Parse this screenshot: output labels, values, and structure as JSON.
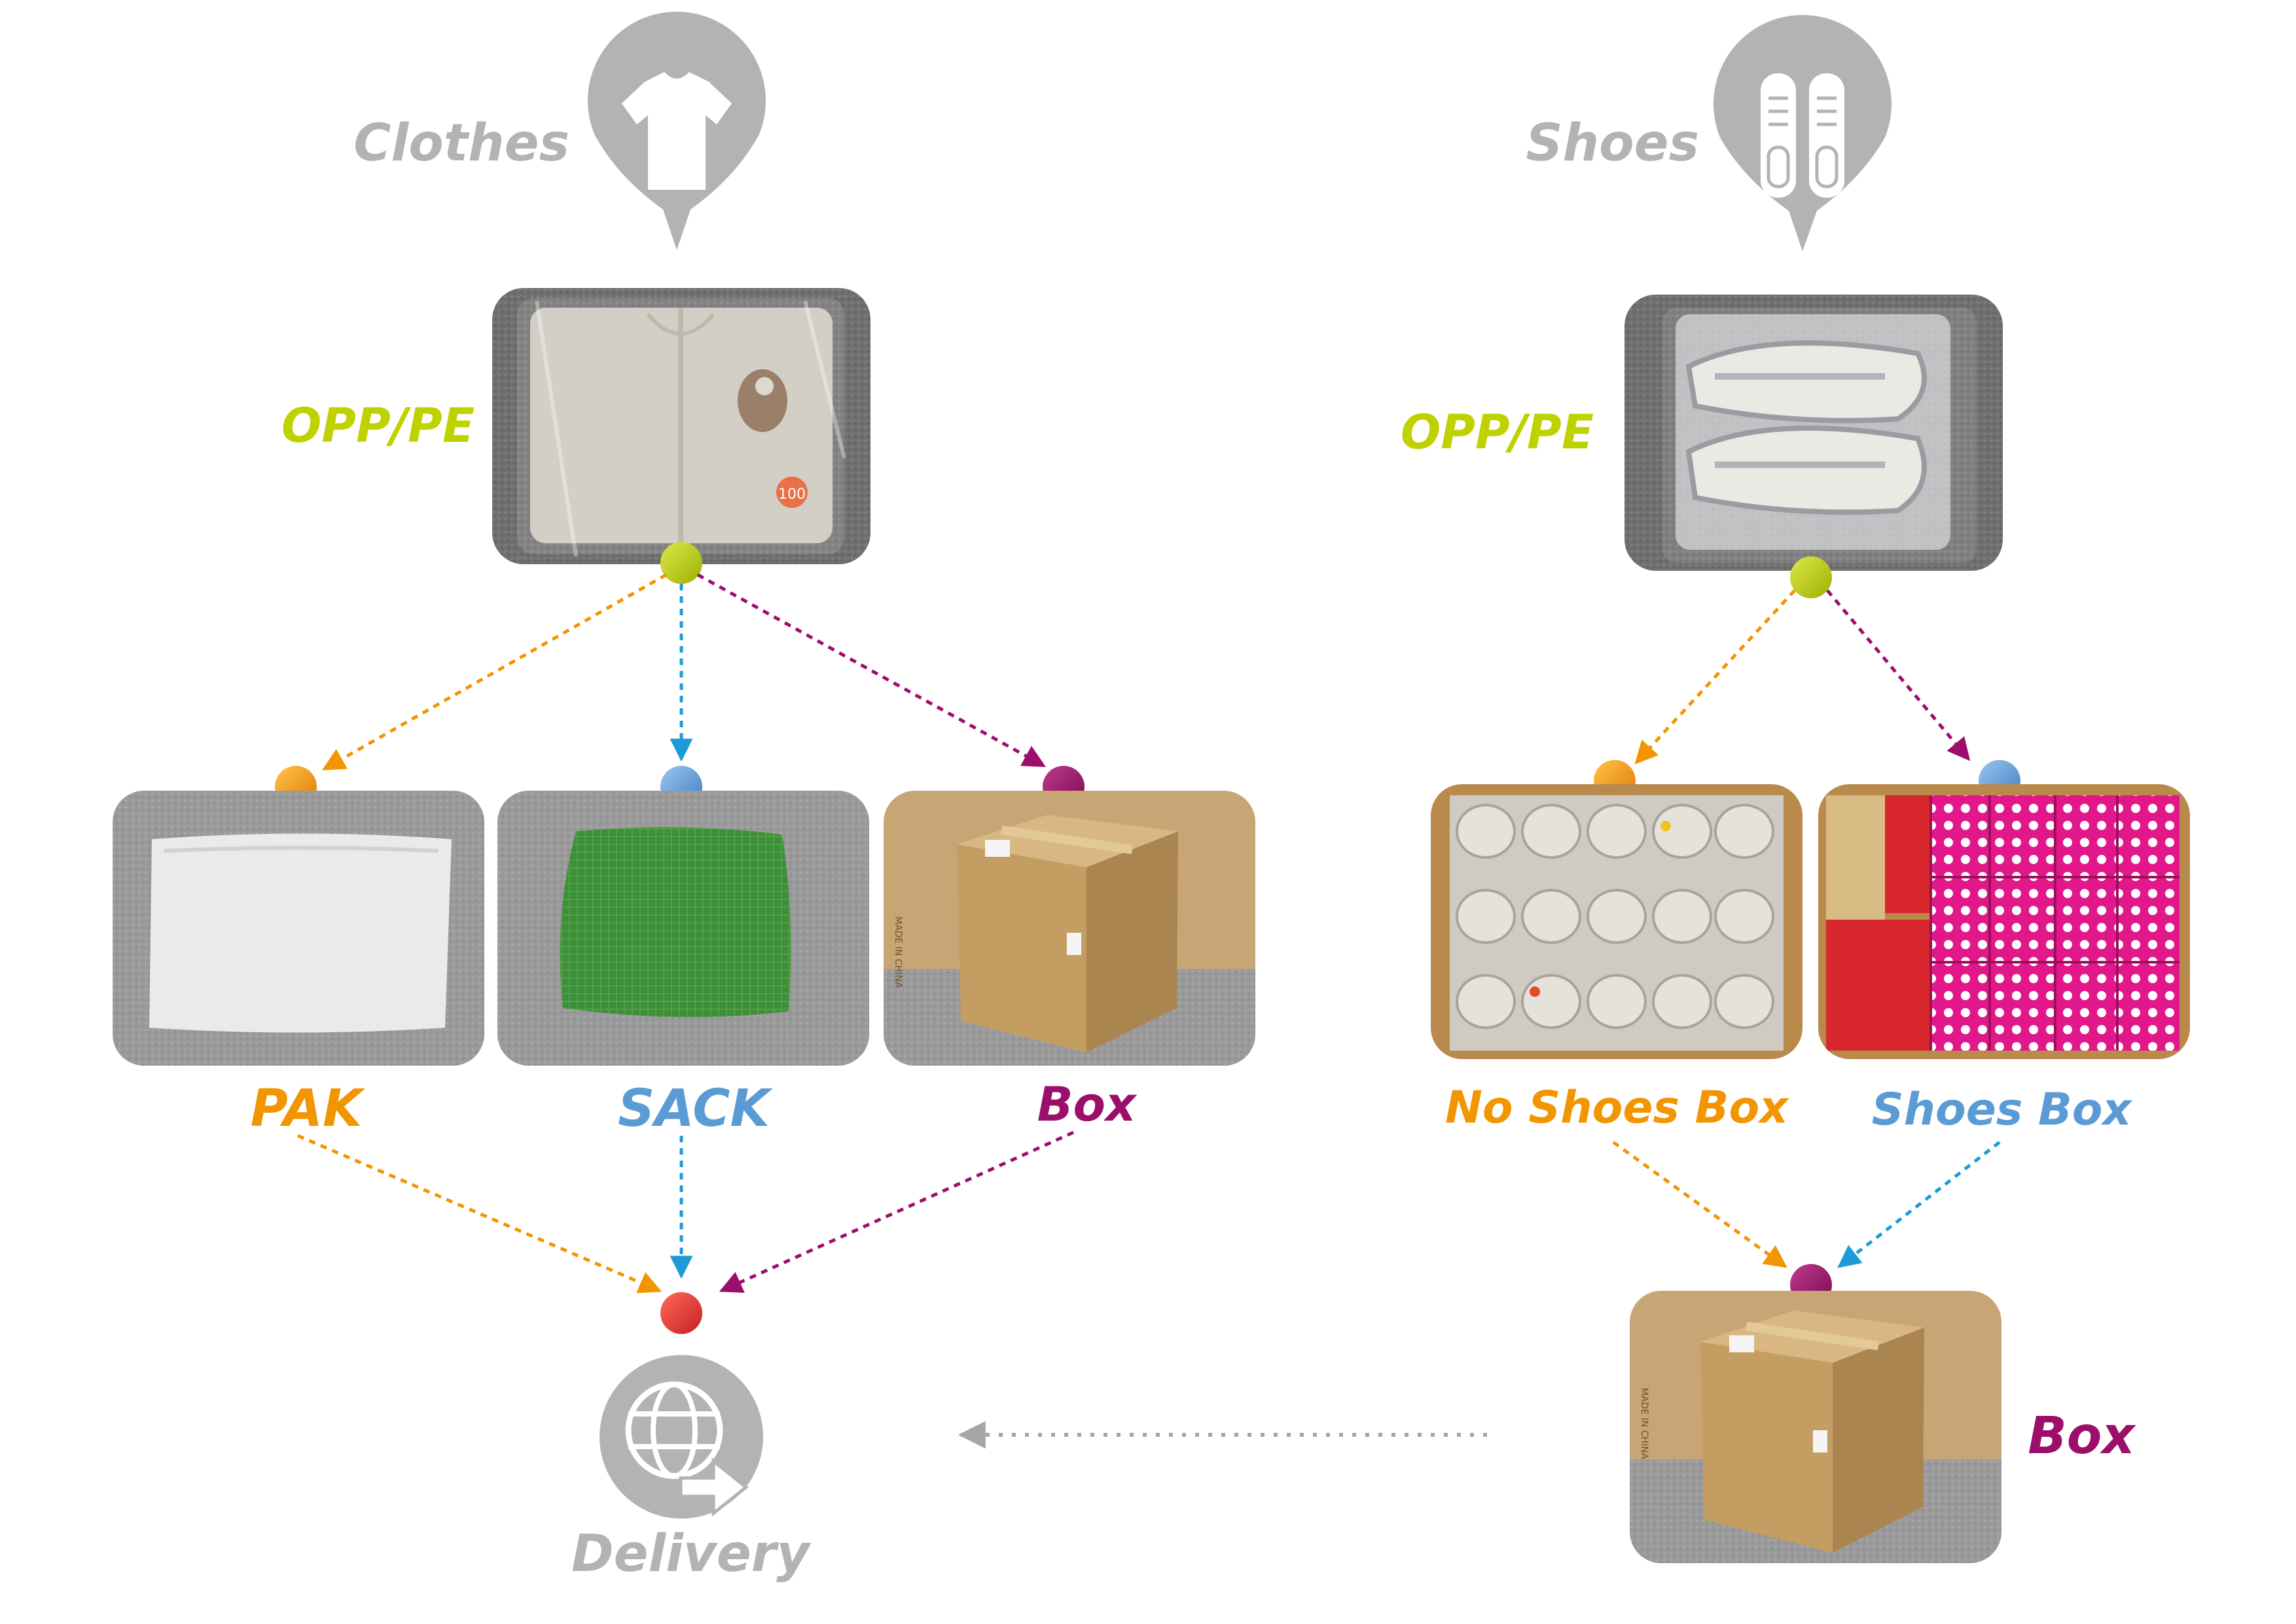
{
  "labels": {
    "clothes": "Clothes",
    "shoes": "Shoes",
    "opp_clothes": "OPP/PE",
    "opp_shoes": "OPP/PE",
    "pak": "PAK",
    "sack": "SACK",
    "box_clothes": "Box",
    "no_shoes_box": "No Shoes Box",
    "shoes_box": "Shoes Box",
    "box_shoes": "Box",
    "delivery": "Delivery",
    "hoodie_tag": "100",
    "made_in_china": "MADE IN CHINA"
  },
  "icons": {
    "clothes": "t-shirt-icon",
    "shoes": "sneakers-icon",
    "delivery": "globe-arrow-icon"
  },
  "colors": {
    "gray": "#b3b3b3",
    "lime": "#bfd200",
    "orange": "#f29500",
    "blue": "#5b9bd5",
    "purple": "#9b0f6b",
    "red": "#e53935",
    "arrow_blue": "#1e9bd7"
  }
}
